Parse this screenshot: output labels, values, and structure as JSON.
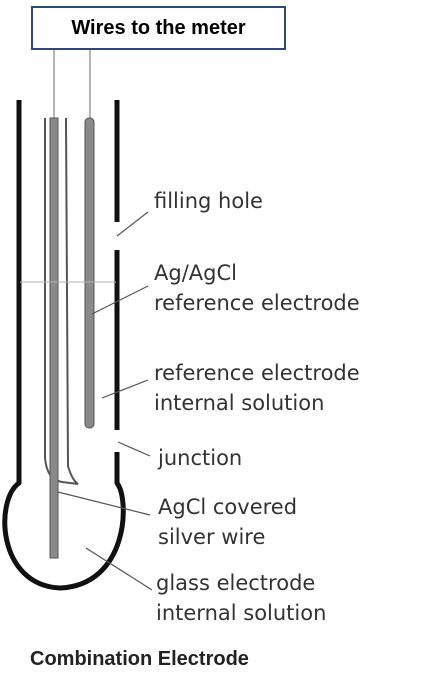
{
  "header": {
    "title": "Wires to the meter"
  },
  "labels": {
    "filling_hole": "filling hole",
    "ref_electrode_1": "Ag/AgCl",
    "ref_electrode_2": "reference electrode",
    "ref_solution_1": "reference electrode",
    "ref_solution_2": "internal solution",
    "junction": "junction",
    "agcl_wire_1": "AgCl covered",
    "agcl_wire_2": "silver wire",
    "glass_solution_1": "glass electrode",
    "glass_solution_2": "internal solution"
  },
  "caption": "Combination Electrode"
}
